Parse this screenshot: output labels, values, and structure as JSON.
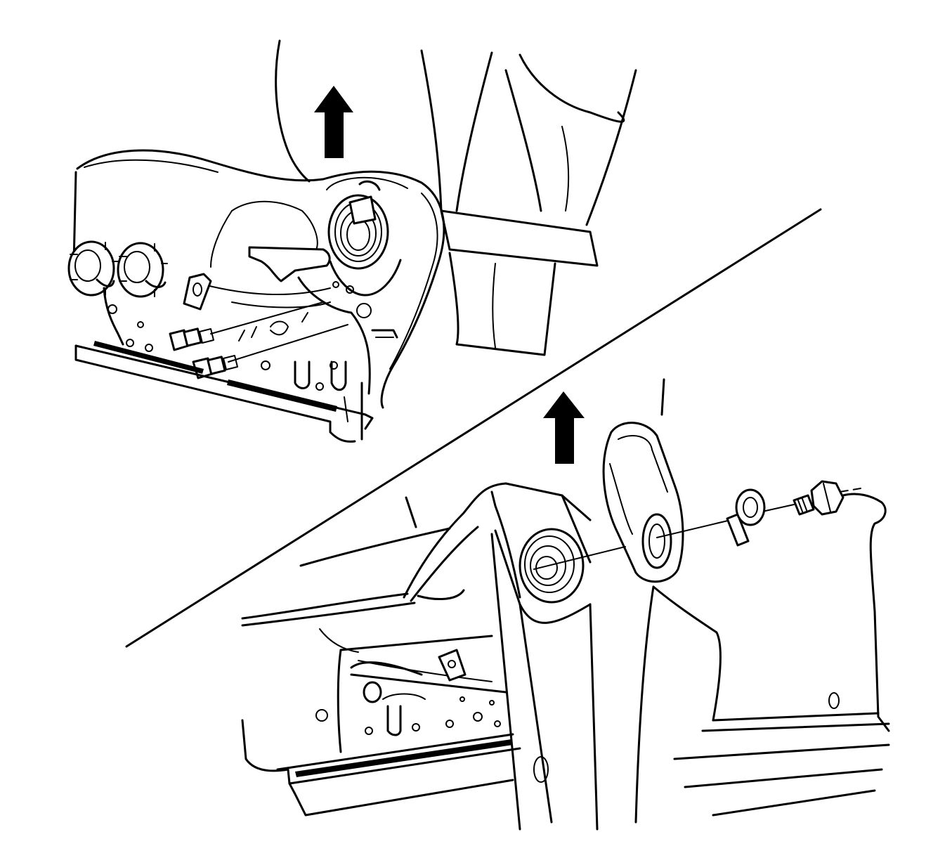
{
  "figure": {
    "kind": "exploded-view line drawing",
    "panels": [
      "seat-side-view",
      "recliner-pivot-detail"
    ],
    "arrows": [
      {
        "name": "lift-arrow-top",
        "direction": "up"
      },
      {
        "name": "lift-arrow-detail",
        "direction": "up"
      }
    ],
    "colors": {
      "line": "#000000",
      "background": "#ffffff"
    }
  }
}
